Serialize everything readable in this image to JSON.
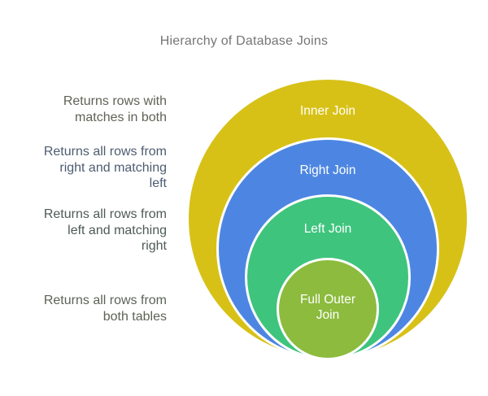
{
  "title": {
    "text": "Hierarchy of Database Joins",
    "color": "#757575"
  },
  "diagram": {
    "type": "nested-circles",
    "stroke_color": "#ffffff",
    "rings": [
      {
        "label": "Inner Join",
        "color": "#d7c117",
        "description": "Returns rows with matches in both"
      },
      {
        "label": "Right Join",
        "color": "#4d86e2",
        "description": "Returns all rows from right and matching left"
      },
      {
        "label": "Left Join",
        "color": "#3ec47d",
        "description": "Returns all rows from left and matching right"
      },
      {
        "label": "Full Outer Join",
        "label_lines": [
          "Full Outer",
          "Join"
        ],
        "color": "#8cbb3e",
        "description": "Returns all rows from both tables"
      }
    ],
    "descriptions": [
      {
        "lines": [
          "Returns rows with",
          "matches in both"
        ],
        "color": "#5f6356"
      },
      {
        "lines": [
          "Returns all rows from",
          "right and matching",
          "left"
        ],
        "color": "#4e5c71"
      },
      {
        "lines": [
          "Returns all rows from",
          "left and matching",
          "right"
        ],
        "color": "#4f5b55"
      },
      {
        "lines": [
          "Returns all rows from",
          "both tables"
        ],
        "color": "#5e6356"
      }
    ]
  }
}
